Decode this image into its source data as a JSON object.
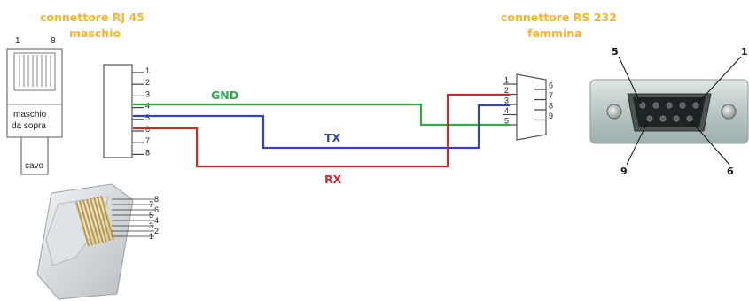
{
  "titles": {
    "rj45_line1": "connettore RJ 45",
    "rj45_line2": "maschio",
    "rs232_line1": "connettore RS 232",
    "rs232_line2": "femmina"
  },
  "rj45_top_view": {
    "pin_first": "1",
    "pin_last": "8",
    "label_line1": "maschio",
    "label_line2": "da sopra",
    "cable_label": "cavo"
  },
  "rj45_pins": [
    "1",
    "2",
    "3",
    "4",
    "5",
    "6",
    "7",
    "8"
  ],
  "db9_left_pins": [
    "1",
    "2",
    "3",
    "4",
    "5"
  ],
  "db9_right_pins": [
    "6",
    "7",
    "8",
    "9"
  ],
  "photo_pins": [
    "8",
    "7",
    "6",
    "5",
    "4",
    "3",
    "2",
    "1"
  ],
  "db9_photo_labels": {
    "top_left": "5",
    "top_right": "1",
    "bottom_left": "9",
    "bottom_right": "6"
  },
  "wires": [
    {
      "label": "GND",
      "color": "#2faa4a"
    },
    {
      "label": "TX",
      "color": "#3344bb"
    },
    {
      "label": "RX",
      "color": "#cc2b2b"
    }
  ]
}
